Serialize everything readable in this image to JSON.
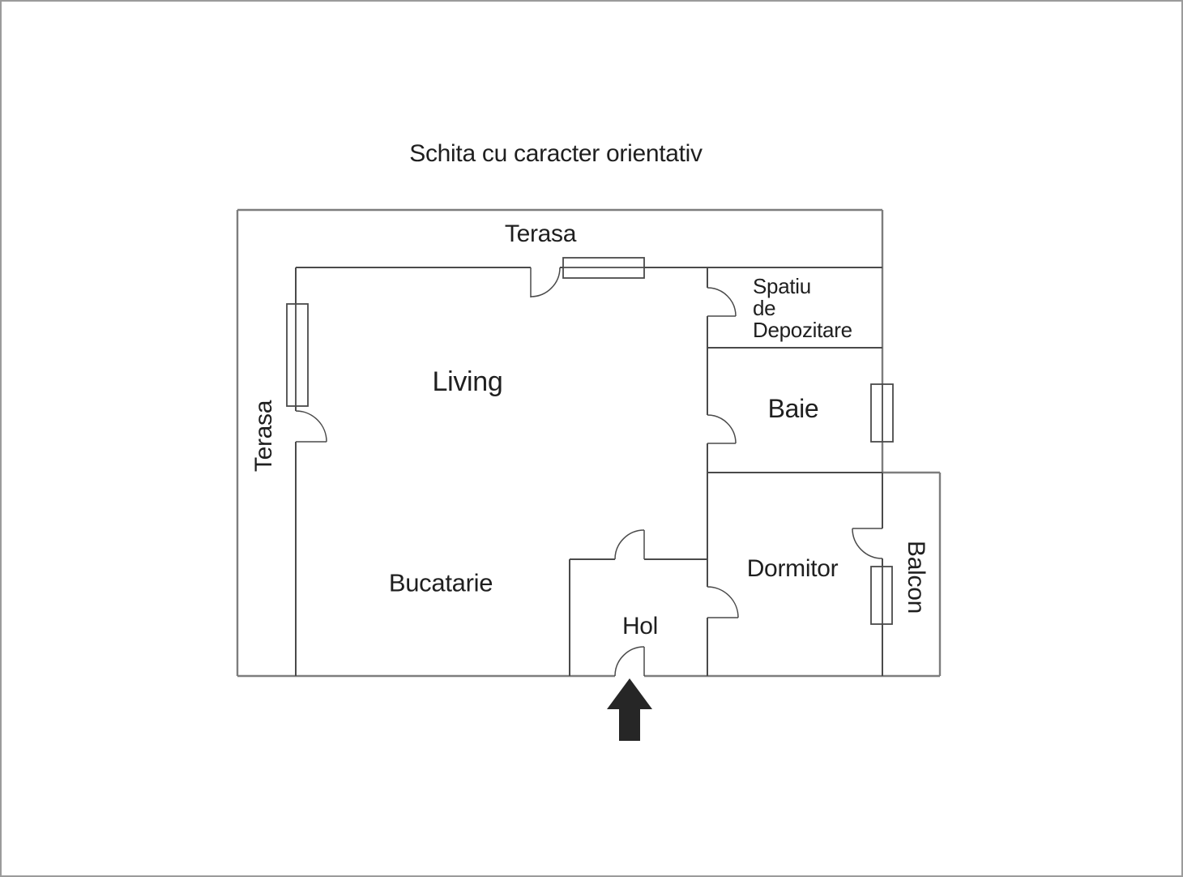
{
  "title": "Schita cu caracter orientativ",
  "floorplan": {
    "rooms": {
      "terasa_top": {
        "label": "Terasa"
      },
      "terasa_left": {
        "label": "Terasa"
      },
      "living": {
        "label": "Living"
      },
      "spatiu_depozitare": {
        "label": "Spatiu\nde\nDepozitare"
      },
      "baie": {
        "label": "Baie"
      },
      "bucatarie": {
        "label": "Bucatarie"
      },
      "hol": {
        "label": "Hol"
      },
      "dormitor": {
        "label": "Dormitor"
      },
      "balcon": {
        "label": "Balcon"
      }
    },
    "features": {
      "doors_count": 8,
      "windows_count": 4,
      "entrance_icon": "up-arrow"
    },
    "colors": {
      "background": "#ffffff",
      "page_border": "#9b9b9b",
      "outer_wall": "#7d7d7d",
      "inner_wall": "#4a4a4a",
      "entrance_arrow": "#262626",
      "text": "#1f1f1f"
    }
  }
}
